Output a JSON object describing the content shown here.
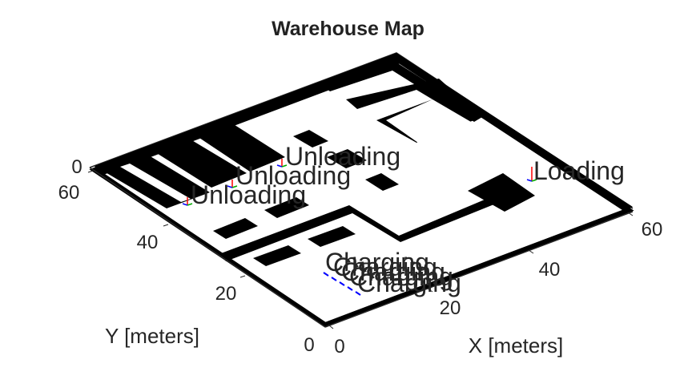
{
  "title": "Warehouse Map",
  "axes": {
    "x_label": "X [meters]",
    "y_label": "Y [meters]",
    "x_ticks": [
      "0",
      "20",
      "40",
      "60"
    ],
    "y_ticks": [
      "0",
      "20",
      "40",
      "60"
    ],
    "z_tick": "0"
  },
  "labels": {
    "loading": "Loading",
    "unloading": [
      "Unloading",
      "Unloading",
      "Unloading"
    ],
    "charging": [
      "Charging",
      "Charging",
      "Charging",
      "Charging",
      "Charging"
    ]
  },
  "colors": {
    "obstacle": "#000000",
    "free": "#ffffff",
    "frame": "#262626",
    "marker_x": "#0000ff",
    "marker_y": "#00aa00",
    "marker_z": "#ff0000"
  }
}
